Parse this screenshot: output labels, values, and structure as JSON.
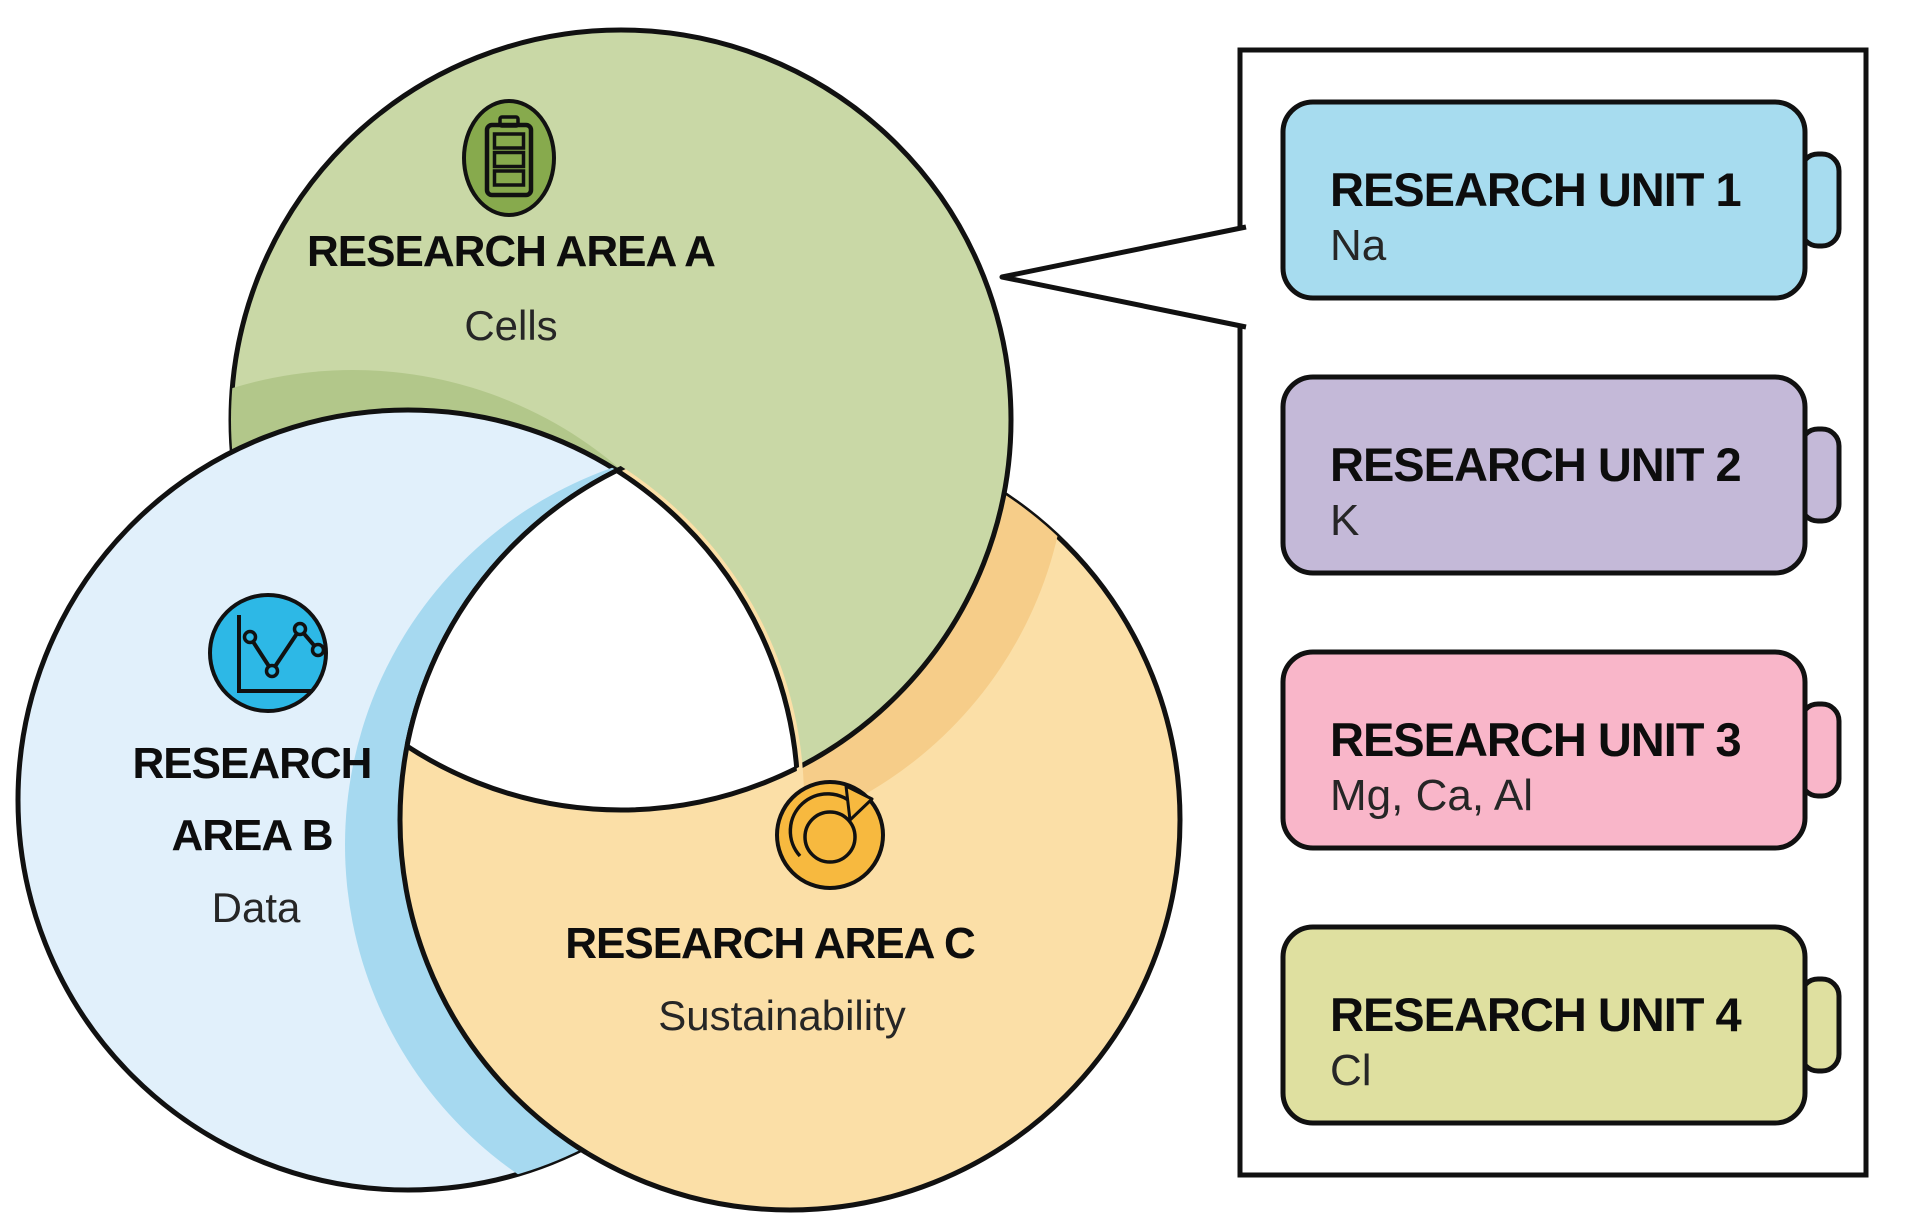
{
  "venn": {
    "areas": [
      {
        "title": "RESEARCH AREA A",
        "subtitle": "Cells",
        "icon": "battery-icon",
        "fill": "#c9d8a6",
        "shade": "#b2c78a",
        "icon_fill": "#87aa4d"
      },
      {
        "title_line1": "RESEARCH",
        "title_line2": "AREA B",
        "subtitle": "Data",
        "icon": "line-chart-icon",
        "fill": "#e1f0fb",
        "shade": "#a6d9f0",
        "icon_fill": "#2db8e6"
      },
      {
        "title": "RESEARCH AREA C",
        "subtitle": "Sustainability",
        "icon": "cycle-arrow-icon",
        "fill": "#fbdfa7",
        "shade": "#f6cd89",
        "icon_fill": "#f7b93f"
      }
    ]
  },
  "panel": {
    "units": [
      {
        "title": "RESEARCH UNIT 1",
        "elements": "Na",
        "color": "#a7dcef"
      },
      {
        "title": "RESEARCH UNIT 2",
        "elements": "K",
        "color": "#c4b9d8"
      },
      {
        "title": "RESEARCH UNIT 3",
        "elements": "Mg, Ca, Al",
        "color": "#f9b6c9"
      },
      {
        "title": "RESEARCH UNIT 4",
        "elements": "Cl",
        "color": "#dfe0a0"
      }
    ]
  }
}
